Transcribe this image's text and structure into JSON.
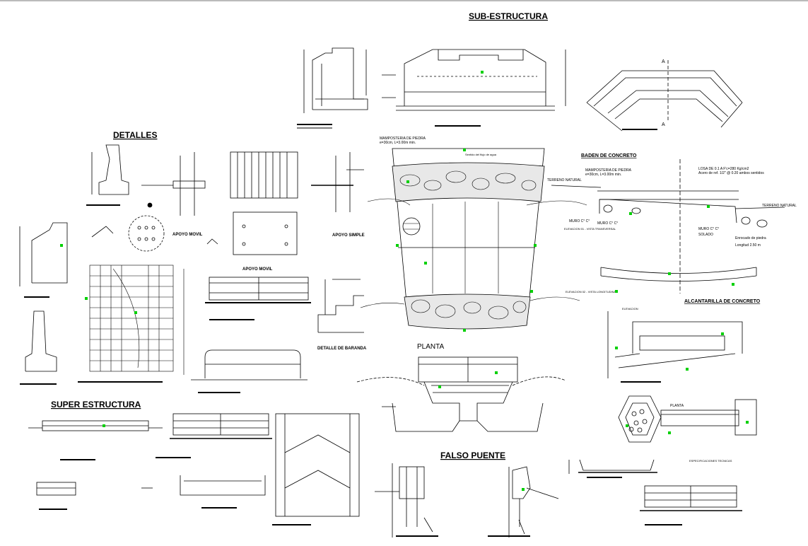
{
  "titles": {
    "sub_estructura": "SUB-ESTRUCTURA",
    "detalles": "DETALLES",
    "super_estructura": "SUPER ESTRUCTURA",
    "falso_puente": "FALSO PUENTE",
    "badem_concreto": "BADEN DE CONCRETO",
    "alcantarilla": "ALCANTARILLA DE CONCRETO"
  },
  "labels": {
    "planta_main": "PLANTA",
    "planta_alc": "PLANTA",
    "elevacion_alc": "ELEVACION",
    "mamposteria_1": "MAMPOSTERIA DE PIEDRA",
    "mamposteria_1b": "e=30cm, L=3.00m min.",
    "flujo": "Sentido del flujo de agua",
    "terreno_nat_l": "TERRENO NATURAL",
    "terreno_nat_r": "TERRENO NATURAL",
    "mamposteria_2": "MAMPOSTERIA DE PIEDRA",
    "mamposteria_2b": "e=30cm, L=3.00m min.",
    "losa": "LOSA DE 0.1 A  F'c=280 Kg/cm2",
    "acero": "Acero de ref. 1/2\" @ 0.20 ambos sentidos",
    "muro_1": "MURO C° C°",
    "muro_2": "MURO C° C°",
    "muro_3": "MURO C° C°",
    "solado": "SOLADO",
    "elev_trans": "ELEVACION 01 - VISTA TRANSVERSAL",
    "elev_long": "ELEVACION 02 - VISTA LONGITUDINAL",
    "enrocado": "Enrocado de piedra",
    "longitud": "Longitud   2.50 m",
    "apoyo_movil_1": "APOYO MOVIL",
    "apoyo_movil_2": "APOYO MOVIL",
    "apoyo_simple": "APOYO SIMPLE",
    "detalle_baranda": "DETALLE DE BARANDA",
    "especificaciones": "ESPECIFICACIONES TECNICAS",
    "corte_aa_top": "A",
    "corte_aa_bot": "A"
  },
  "colors": {
    "line": "#000000",
    "marker": "#00d000",
    "background": "#ffffff"
  }
}
